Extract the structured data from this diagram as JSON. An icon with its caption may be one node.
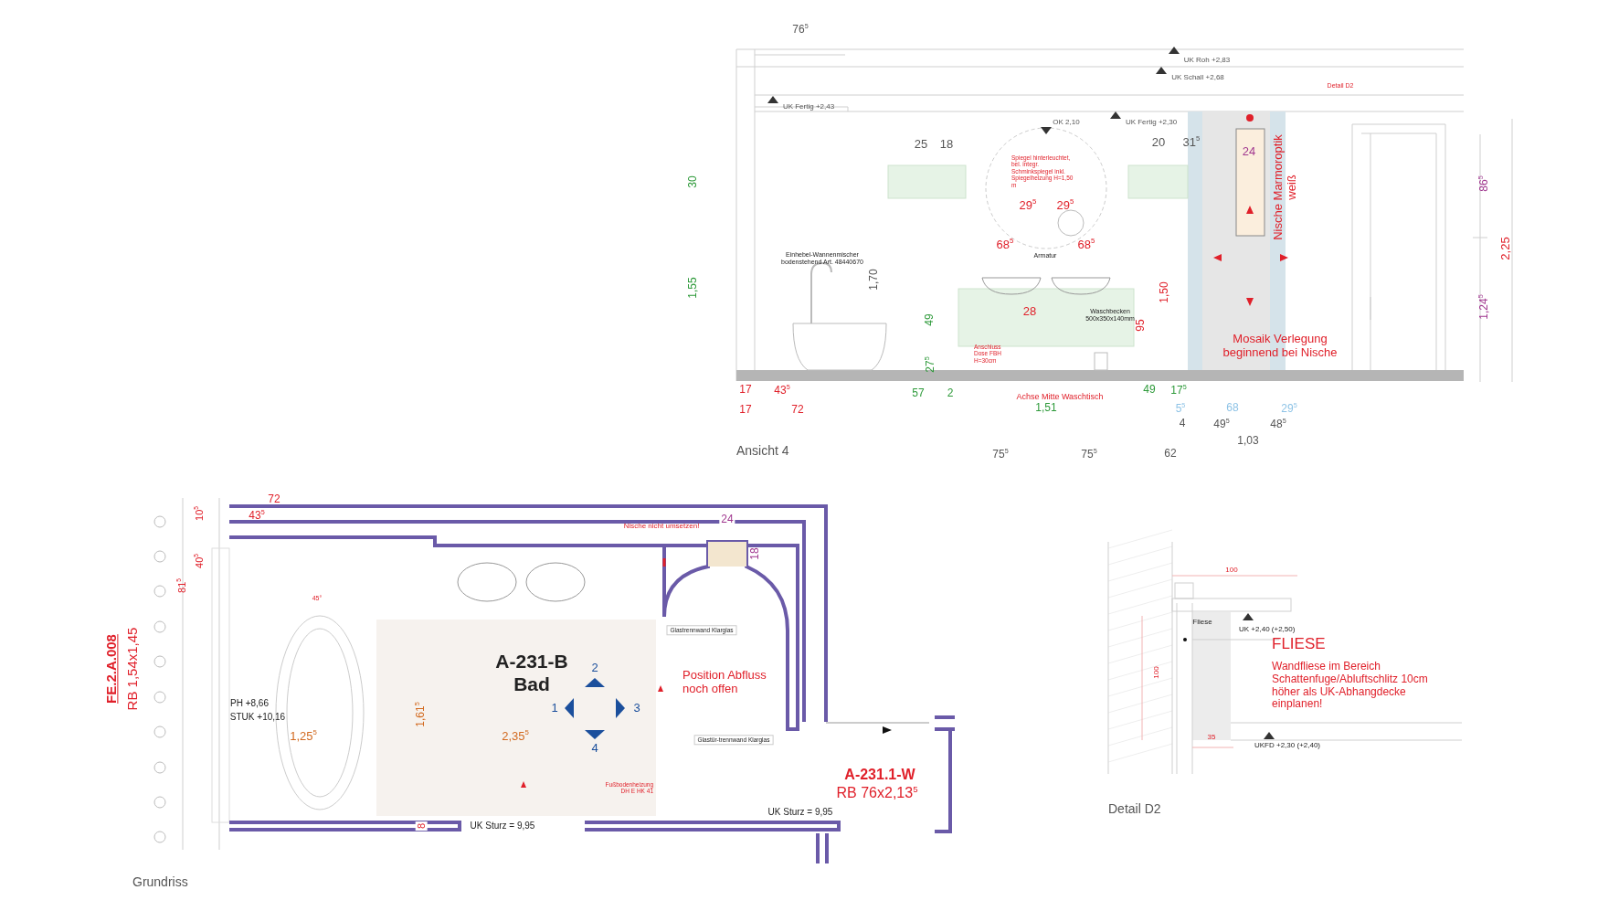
{
  "diagram": {
    "labels": [
      "76$^{5}$",
      "UK Roh +2,83",
      "UK Schall +2,68",
      "Detail D2",
      "UK Fertig +2,43",
      "OK 2,10",
      "UK Fertig +2,30",
      "25",
      "18",
      "20",
      "31$^{5}$",
      "24",
      "Nische Marmoroptik weiß",
      "30",
      "86$^{5}$",
      "Spiegel hinterleuchtet, bel. integr. Schminkspiegel inkl. Spiegelheizung H=1,50 m",
      "29$^{5}$",
      "29$^{5}$",
      "68$^{5}$",
      "68$^{5}$",
      "Armatur",
      "2,25",
      "Einhebel-Wannenmischer bodenstehend Art. 48440670",
      "1,55",
      "1,70",
      "1,50",
      "1,24$^{5}$",
      "28",
      "Waschbecken 500x350x140mm",
      "49",
      "95",
      "Anschluss Dose FBH H=30cm",
      "27$^{5}$",
      "Mosaik Verlegung beginnend bei Nische",
      "17",
      "43$^{5}$",
      "57",
      "2",
      "Achse Mitte Waschtisch",
      "49",
      "17$^{5}$",
      "17",
      "72",
      "1,51",
      "5$^{5}$",
      "68",
      "29$^{5}$",
      "4",
      "49$^{5}$",
      "48$^{5}$",
      "1,03",
      "Ansicht 4",
      "75$^{5}$",
      "75$^{5}$",
      "62",
      "72",
      "43$^{5}$",
      "10$^{5}$",
      "Nische nicht umsetzen!",
      "24",
      "18",
      "40$^{5}$",
      "81$^{5}$",
      "FE.2.A.008",
      "RB 1,54x1,45",
      "45°",
      "Glastrennwand Klarglas",
      "A-231-B",
      "2",
      "Bad",
      "Position Abfluss noch offen",
      "PH +8,66",
      "1",
      "3",
      "1,61$^{5}$",
      "STUK +10,16",
      "1,25$^{5}$",
      "2,35$^{5}$",
      "Glastür-trennwand Klarglas",
      "4",
      "A-231.1-W",
      "Fußbodenheizung DH E HK 41",
      "RB 76x2,13$^{5}$",
      "UK Sturz = 9,95",
      "8",
      "UK Sturz = 9,95",
      "Grundriss",
      "100",
      "Fliese",
      "UK +2,40 (+2,50)",
      "FLIESE",
      "Wandfliese im Bereich Schattenfuge/Abluftschlitz 10cm höher als UK-Abhangdecke einplanen!",
      "100",
      "35",
      "UKFD +2,30 (+2,40)",
      "Detail D2"
    ]
  }
}
